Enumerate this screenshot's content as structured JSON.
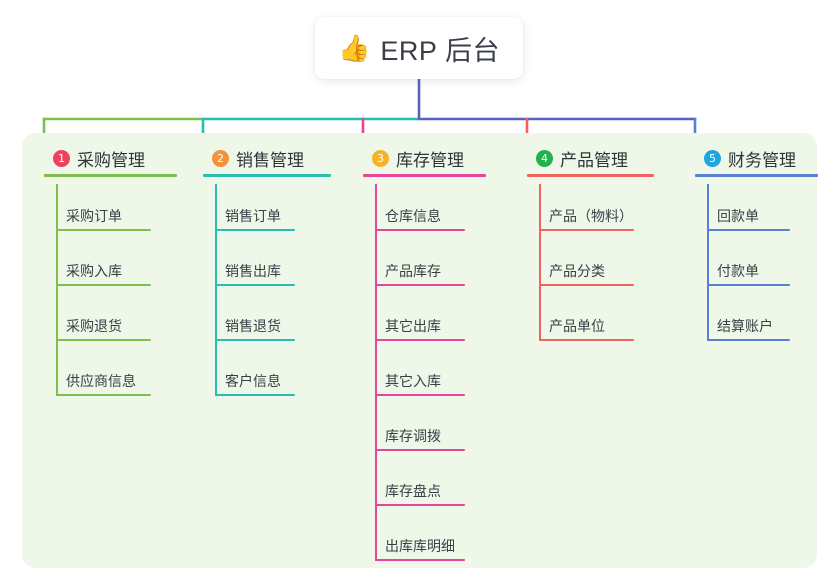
{
  "title": {
    "emoji": "👍",
    "emoji_name": "thumbs-up-icon",
    "text": "ERP 后台"
  },
  "theme": {
    "page_bg": "#ffffff",
    "panel_bg": "#eef7e8",
    "card_bg": "#ffffff",
    "text": "#3b4047",
    "trunk": "#5a5fc0"
  },
  "columns": [
    {
      "index": "1",
      "title": "采购管理",
      "badge_color": "#ec4360",
      "line_color": "#7fbf4d",
      "items": [
        "采购订单",
        "采购入库",
        "采购退货",
        "供应商信息"
      ]
    },
    {
      "index": "2",
      "title": "销售管理",
      "badge_color": "#f6913a",
      "line_color": "#25c0b1",
      "items": [
        "销售订单",
        "销售出库",
        "销售退货",
        "客户信息"
      ]
    },
    {
      "index": "3",
      "title": "库存管理",
      "badge_color": "#f5b32a",
      "line_color": "#e8449a",
      "items": [
        "仓库信息",
        "产品库存",
        "其它出库",
        "其它入库",
        "库存调拨",
        "库存盘点",
        "出库库明细"
      ]
    },
    {
      "index": "4",
      "title": "产品管理",
      "badge_color": "#22b14c",
      "line_color": "#f2635f",
      "items": [
        "产品（物料）",
        "产品分类",
        "产品单位"
      ]
    },
    {
      "index": "5",
      "title": "财务管理",
      "badge_color": "#1aa7e0",
      "line_color": "#5b7fd4",
      "items": [
        "回款单",
        "付款单",
        "结算账户"
      ]
    }
  ]
}
